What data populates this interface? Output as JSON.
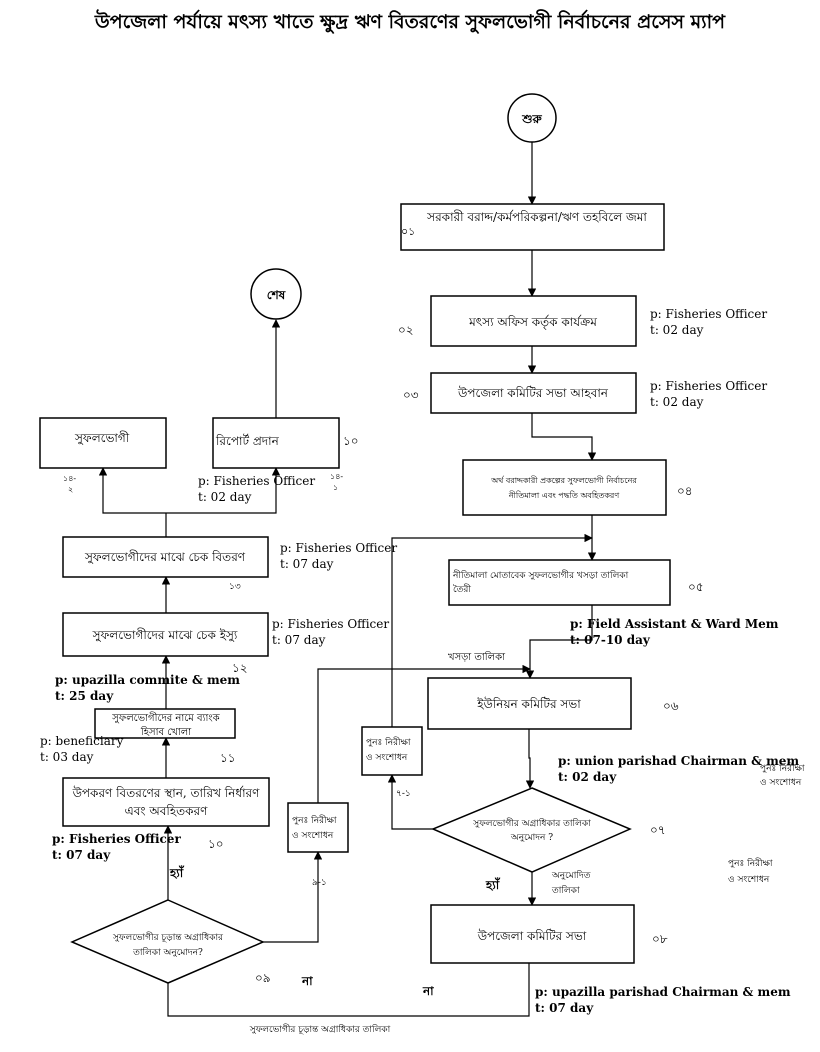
{
  "title": "উপজেলা পর্যায়ে মৎস্য খাতে ক্ষুদ্র ঋণ বিতরণের সুফলভোগী নির্বাচনের প্রসেস ম্যাপ",
  "nodes": {
    "start": "শুরু",
    "end": "শেষ",
    "s01": "সরকারী বরাদ্দ/কর্মপরিকল্পনা/ঋণ তহবিলে জমা",
    "s02": "মৎস্য অফিস কর্তৃক কার্যক্রম",
    "s03": "উপজেলা কমিটির সভা আহবান",
    "s04_l1": "অর্থ বরাদ্দকারী প্রকল্পের সুফলভোগী নির্বাচনের",
    "s04_l2": "নীতিমালা এবং পদ্ধতি অবহিতকরণ",
    "s05_l1": "নীতিমালা মোতাবেক সুফলভোগীর খসড়া তালিকা",
    "s05_l2": "তৈরী",
    "s06": "ইউনিয়ন কমিটির সভা",
    "d07_l1": "সুফলভোগীর অগ্রাধিকার তালিকা",
    "d07_l2": "অনুমোদন ?",
    "s08": "উপজেলা কমিটির সভা",
    "d09_l1": "সুফলভোগীর চূড়ান্ত অগ্রাধিকার",
    "d09_l2": "তালিকা অনুমোদন?",
    "s10_l1": "উপকরণ বিতরণের স্থান, তারিখ নির্ধারণ",
    "s10_l2": "এবং অবহিতকরণ",
    "s11_l1": "সুফলভোগীদের নামে ব্যাংক",
    "s11_l2": "হিসাব খোলা",
    "s12": "সুফলভোগীদের মাঝে চেক ইস্যু",
    "s13": "সুফলভোগীদের মাঝে চেক বিতরণ",
    "s14_1": "রিপোর্ট প্রদান",
    "s14_2": "সুফলভোগী",
    "rev1_l1": "পুনঃ নিরীক্ষা",
    "rev1_l2": "ও সংশোধন",
    "rev2_l1": "পুনঃ নিরীক্ষা",
    "rev2_l2": "ও সংশোধন"
  },
  "step_numbers": {
    "n01": "০১",
    "n02": "০২",
    "n03": "০৩",
    "n04": "০৪",
    "n05": "০৫",
    "n06": "০৬",
    "n07": "০৭",
    "n08": "০৮",
    "n09": "০৯",
    "n10": "১০",
    "n11": "১১",
    "n12": "১২",
    "n13": "১৩",
    "n10b": "১০",
    "n14_1_a": "১৪-",
    "n14_1_b": "১",
    "n14_2_a": "১৪-",
    "n14_2_b": "২",
    "n7_1": "৭-১",
    "n9_1": "৯-১"
  },
  "annotations": {
    "a02_p": "p: Fisheries Officer",
    "a02_t": "t: 02 day",
    "a03_p": "p: Fisheries Officer",
    "a03_t": "t: 02 day",
    "a05_p": "p: Field Assistant & Ward Mem",
    "a05_t": "t: 07-10 day",
    "a07_p": "p: union parishad Chairman & mem",
    "a07_t": "t: 02 day",
    "a08_p": "p: upazilla parishad Chairman & mem",
    "a08_t": "t: 07 day",
    "a10_p": "p: Fisheries Officer",
    "a10_t": "t: 07 day",
    "a11_p": "p: beneficiary",
    "a11_t": "t: 03 day",
    "a12_p": "p: upazilla commite & mem",
    "a12_t": "t: 25 day",
    "a13_p": "p: Fisheries Officer",
    "a13_t": "t: 07 day",
    "a12b_p": "p: Fisheries Officer",
    "a12b_t": "t: 07 day",
    "a14_p": "p: Fisheries Officer",
    "a14_t": "t: 02 day"
  },
  "edge_labels": {
    "draft_list": "খসড়া তালিকা",
    "approved_l1": "অনুমোদিত",
    "approved_l2": "তালিকা",
    "yes1": "হ্যাঁ",
    "yes2": "হ্যাঁ",
    "no1": "না",
    "no2": "না",
    "final_list": "সুফলভোগীর চূড়ান্ত অগ্রাধিকার তালিকা",
    "side_rev_l1": "পুনঃ নিরীক্ষা",
    "side_rev_l2": "ও সংশোধন",
    "side_rev2_l1": "পুনঃ নিরীক্ষা",
    "side_rev2_l2": "ও সংশোধন"
  }
}
